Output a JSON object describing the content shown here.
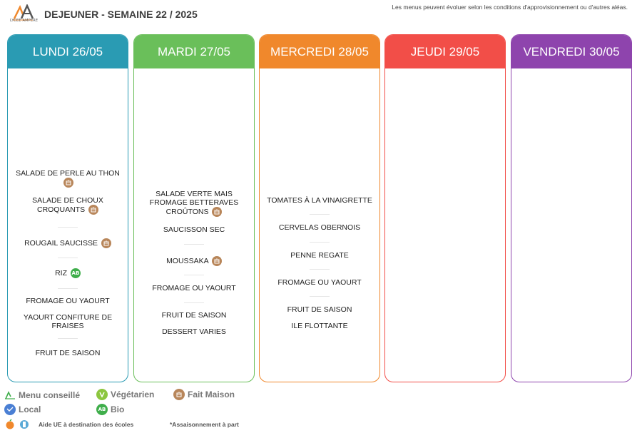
{
  "header": {
    "logo_text": "LYCEE AMPERE",
    "title": "DEJEUNER - SEMAINE 22 / 2025",
    "notice": "Les menus peuvent évoluer selon les conditions d'approvisionnement ou d'autres aléas."
  },
  "colors": {
    "monday": "#2a9bb3",
    "tuesday": "#6abf5a",
    "wednesday": "#f0882c",
    "thursday": "#f24e48",
    "friday": "#8e44ad"
  },
  "days": [
    {
      "label": "LUNDI 26/05",
      "dishes": [
        {
          "name": "SALADE DE PERLE AU THON",
          "badge": "fait-maison"
        },
        {
          "name": "SALADE DE CHOUX CROQUANTS",
          "badge": "fait-maison"
        },
        {
          "name": "ROUGAIL SAUCISSE",
          "badge": "fait-maison"
        },
        {
          "name": "RIZ",
          "badge": "bio"
        },
        {
          "name": "FROMAGE OU YAOURT",
          "badge": ""
        },
        {
          "name": "YAOURT CONFITURE DE FRAISES",
          "badge": ""
        },
        {
          "name": "FRUIT DE SAISON",
          "badge": ""
        }
      ]
    },
    {
      "label": "MARDI 27/05",
      "dishes": [
        {
          "name": "SALADE VERTE MAIS FROMAGE BETTERAVES CROÛTONS",
          "badge": "fait-maison"
        },
        {
          "name": "SAUCISSON SEC",
          "badge": ""
        },
        {
          "name": "MOUSSAKA",
          "badge": "fait-maison"
        },
        {
          "name": "FROMAGE OU YAOURT",
          "badge": ""
        },
        {
          "name": "FRUIT DE SAISON",
          "badge": ""
        },
        {
          "name": "DESSERT VARIES",
          "badge": ""
        }
      ]
    },
    {
      "label": "MERCREDI 28/05",
      "dishes": [
        {
          "name": "TOMATES À LA VINAIGRETTE",
          "badge": ""
        },
        {
          "name": "CERVELAS OBERNOIS",
          "badge": ""
        },
        {
          "name": "PENNE REGATE",
          "badge": ""
        },
        {
          "name": "FROMAGE OU YAOURT",
          "badge": ""
        },
        {
          "name": "FRUIT DE SAISON",
          "badge": ""
        },
        {
          "name": "ILE FLOTTANTE",
          "badge": ""
        }
      ]
    },
    {
      "label": "JEUDI 29/05",
      "dishes": []
    },
    {
      "label": "VENDREDI 30/05",
      "dishes": []
    }
  ],
  "legend": {
    "menu_conseille": "Menu conseillé",
    "vegetarien": "Végétarien",
    "fait_maison": "Fait Maison",
    "local": "Local",
    "bio": "Bio",
    "bio_icon_text": "AB",
    "aide_ue": "Aide UE à destination des écoles",
    "assaisonnement": "*Assaisonnement à part"
  }
}
